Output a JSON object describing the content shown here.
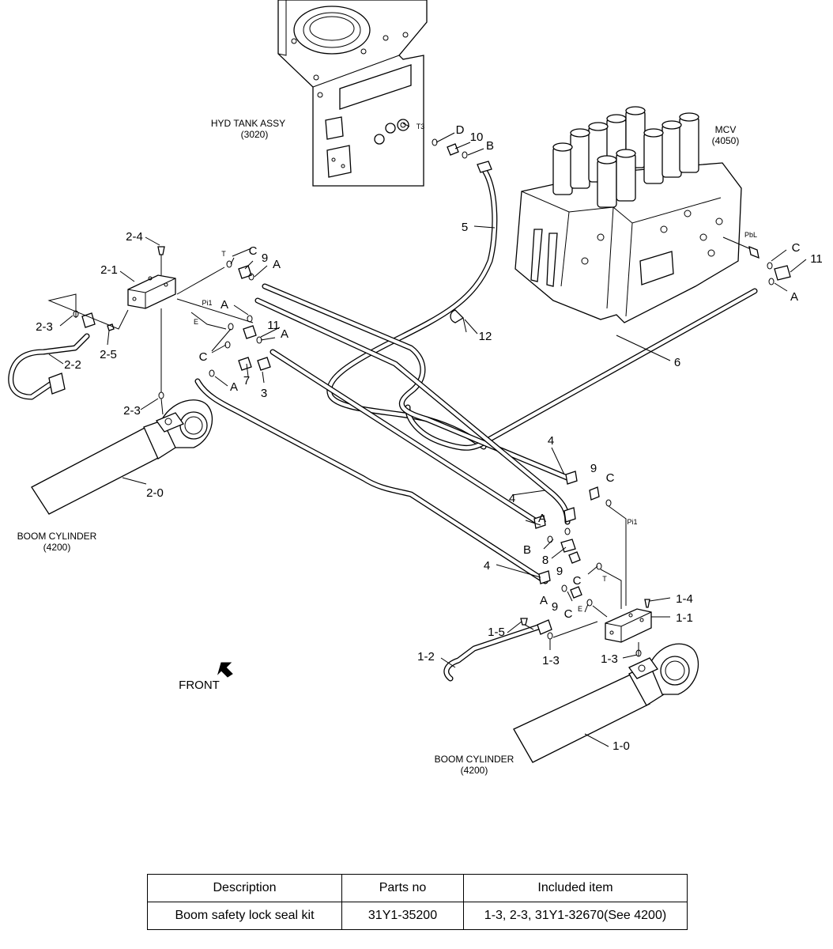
{
  "diagram": {
    "assemblies": {
      "hyd_tank": {
        "name": "HYD TANK ASSY",
        "code": "(3020)"
      },
      "mcv": {
        "name": "MCV",
        "code": "(4050)"
      },
      "boom_cyl_left": {
        "name": "BOOM CYLINDER",
        "code": "(4200)"
      },
      "boom_cyl_right": {
        "name": "BOOM CYLINDER",
        "code": "(4200)"
      }
    },
    "front_label": "FRONT",
    "callouts": [
      {
        "id": "d-top",
        "text": "D"
      },
      {
        "id": "10-top",
        "text": "10"
      },
      {
        "id": "b-top",
        "text": "B"
      },
      {
        "id": "5",
        "text": "5"
      },
      {
        "id": "2-4",
        "text": "2-4"
      },
      {
        "id": "c-left",
        "text": "C"
      },
      {
        "id": "9-left",
        "text": "9"
      },
      {
        "id": "a-left-1",
        "text": "A"
      },
      {
        "id": "2-1",
        "text": "2-1"
      },
      {
        "id": "a-left-2",
        "text": "A"
      },
      {
        "id": "11-left",
        "text": "11"
      },
      {
        "id": "a-left-3",
        "text": "A"
      },
      {
        "id": "c-left-2",
        "text": "C"
      },
      {
        "id": "7",
        "text": "7"
      },
      {
        "id": "a-left-4",
        "text": "A"
      },
      {
        "id": "3",
        "text": "3"
      },
      {
        "id": "2-3-upper",
        "text": "2-3"
      },
      {
        "id": "2-5",
        "text": "2-5"
      },
      {
        "id": "2-2",
        "text": "2-2"
      },
      {
        "id": "2-3-lower",
        "text": "2-3"
      },
      {
        "id": "2-0",
        "text": "2-0"
      },
      {
        "id": "12",
        "text": "12"
      },
      {
        "id": "c-mcv",
        "text": "C"
      },
      {
        "id": "11-mcv",
        "text": "11"
      },
      {
        "id": "a-mcv",
        "text": "A"
      },
      {
        "id": "6",
        "text": "6"
      },
      {
        "id": "4-a",
        "text": "4"
      },
      {
        "id": "9-r1",
        "text": "9"
      },
      {
        "id": "c-r1",
        "text": "C"
      },
      {
        "id": "4-b",
        "text": "4"
      },
      {
        "id": "a-r1",
        "text": "A"
      },
      {
        "id": "b-r1",
        "text": "B"
      },
      {
        "id": "8",
        "text": "8"
      },
      {
        "id": "4-c",
        "text": "4"
      },
      {
        "id": "9-r2",
        "text": "9"
      },
      {
        "id": "c-r2",
        "text": "C"
      },
      {
        "id": "a-r2",
        "text": "A"
      },
      {
        "id": "9-r3",
        "text": "9"
      },
      {
        "id": "c-r3",
        "text": "C"
      },
      {
        "id": "1-4",
        "text": "1-4"
      },
      {
        "id": "1-1",
        "text": "1-1"
      },
      {
        "id": "1-5",
        "text": "1-5"
      },
      {
        "id": "1-3-left",
        "text": "1-3"
      },
      {
        "id": "1-3-right",
        "text": "1-3"
      },
      {
        "id": "1-2",
        "text": "1-2"
      },
      {
        "id": "1-0",
        "text": "1-0"
      }
    ],
    "ports": [
      {
        "id": "t3",
        "text": "T3"
      },
      {
        "id": "t-left",
        "text": "T"
      },
      {
        "id": "pi1-left",
        "text": "Pi1"
      },
      {
        "id": "e-left",
        "text": "E"
      },
      {
        "id": "pbl",
        "text": "PbL"
      },
      {
        "id": "pi1-right",
        "text": "Pi1"
      },
      {
        "id": "t-right",
        "text": "T"
      },
      {
        "id": "e-right",
        "text": "E"
      }
    ]
  },
  "parts_table": {
    "headers": [
      "Description",
      "Parts no",
      "Included item"
    ],
    "rows": [
      [
        "Boom safety lock seal kit",
        "31Y1-35200",
        "1-3, 2-3, 31Y1-32670(See 4200)"
      ]
    ]
  }
}
